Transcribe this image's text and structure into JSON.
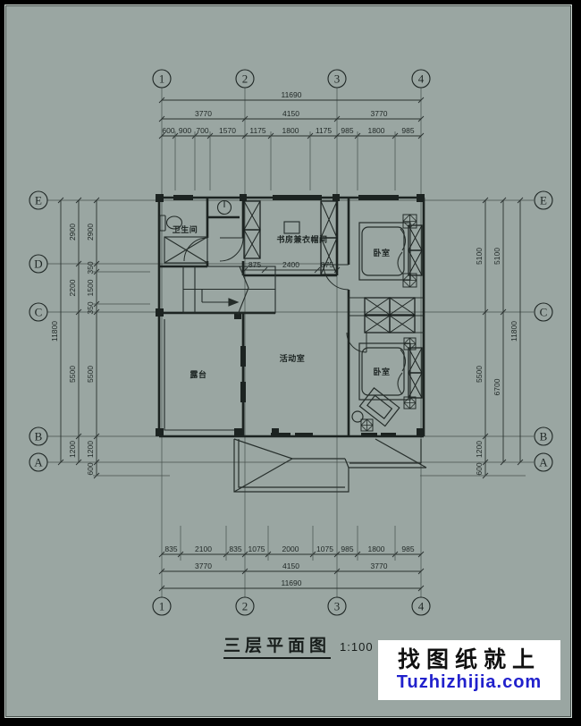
{
  "drawing": {
    "title": "三层平面图",
    "scale": "1:100"
  },
  "watermark": {
    "line1": "找图纸就上",
    "line2": "Tuzhizhijia.com"
  },
  "grid": {
    "columns": [
      "1",
      "2",
      "3",
      "4"
    ],
    "rows_left": [
      "E",
      "D",
      "C",
      "B",
      "A"
    ],
    "rows_right": [
      "E",
      "C",
      "B",
      "A"
    ]
  },
  "dimensions": {
    "top": {
      "total": "11690",
      "segments": [
        "3770",
        "4150",
        "3770"
      ],
      "details": [
        "600",
        "900",
        "700",
        "1570",
        "1175",
        "1800",
        "1175",
        "985",
        "1800",
        "985"
      ]
    },
    "bottom": {
      "total": "11690",
      "segments": [
        "3770",
        "4150",
        "3770"
      ],
      "details": [
        "835",
        "2100",
        "835",
        "1075",
        "2000",
        "1075",
        "985",
        "1800",
        "985"
      ]
    },
    "left": {
      "total": "11800",
      "segments": [
        "2900",
        "2200",
        "5500",
        "1200"
      ],
      "details": [
        "2900",
        "350",
        "1500",
        "350",
        "5500",
        "1200",
        "600"
      ]
    },
    "right": {
      "total": "11800",
      "segments": [
        "5100",
        "6700"
      ],
      "details": [
        "5100",
        "5500",
        "1200",
        "600"
      ]
    },
    "interior": [
      "875",
      "2400",
      "875"
    ]
  },
  "rooms": [
    {
      "name": "卫生间"
    },
    {
      "name": "书房兼衣帽间"
    },
    {
      "name": "卧室"
    },
    {
      "name": "露台"
    },
    {
      "name": "活动室"
    },
    {
      "name": "卧室"
    }
  ],
  "colors": {
    "paper": "#9aa6a2",
    "ink": "#1c2321",
    "watermark_blue": "#2121cc"
  }
}
